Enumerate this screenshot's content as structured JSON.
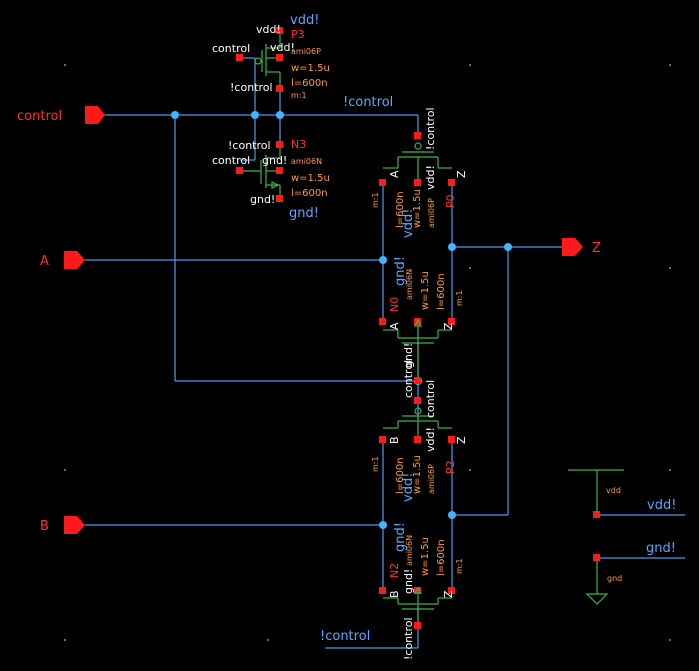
{
  "ports": {
    "control": "control",
    "a": "A",
    "b": "B",
    "z": "Z"
  },
  "nets": {
    "vdd": "vdd!",
    "gnd": "gnd!",
    "not_control": "!control",
    "control": "control"
  },
  "p3": {
    "name": "P3",
    "model": "ami06P",
    "w": "w=1.5u",
    "l": "l=600n",
    "m": "m:1",
    "pin_source": "vdd!",
    "pin_gate": "control",
    "pin_bulk": "vdd!",
    "pin_drain": "!control"
  },
  "n3": {
    "name": "N3",
    "model": "ami06N",
    "w": "w=1.5u",
    "l": "l=600n",
    "pin_drain": "!control",
    "pin_gate": "control",
    "pin_bulk": "gnd!",
    "pin_source": "gnd!"
  },
  "p0": {
    "name": "P0",
    "model": "ami06P",
    "w": "w=1.5u",
    "l": "l=600n",
    "m": "m:1",
    "pin_gate": "!control",
    "pin_a": "A",
    "pin_z": "Z",
    "pin_bulk": "vdd!"
  },
  "n0": {
    "name": "N0",
    "model": "ami06N",
    "w": "w=1.5u",
    "l": "l=600n",
    "m": "m:1",
    "pin_gate": "control",
    "pin_a": "A",
    "pin_z": "Z",
    "pin_bulk": "gnd!"
  },
  "p2": {
    "name": "P2",
    "model": "ami06P",
    "w": "w=1.5u",
    "l": "l=600n",
    "m": "m:1",
    "pin_gate": "control",
    "pin_b": "B",
    "pin_z": "Z",
    "pin_bulk": "vdd!"
  },
  "n2": {
    "name": "N2",
    "model": "ami06N",
    "w": "w=1.5u",
    "l": "l=600n",
    "m": "m:1",
    "pin_gate": "!control",
    "pin_b": "B",
    "pin_z": "Z",
    "pin_bulk": "gnd!"
  },
  "supply": {
    "vdd_symbol_label": "vdd",
    "gnd_symbol_label": "gnd",
    "vdd_net": "vdd!",
    "gnd_net": "gnd!"
  },
  "bottom_net": "!control",
  "colors": {
    "background": "#000000",
    "wire": "#4a9be8",
    "transistor": "#39b54a",
    "pin": "#ff1a1a",
    "port": "#ff1a1a",
    "param": "#ff9a3c",
    "pin_text": "#ffffff",
    "net_text": "#5aa7ff"
  }
}
